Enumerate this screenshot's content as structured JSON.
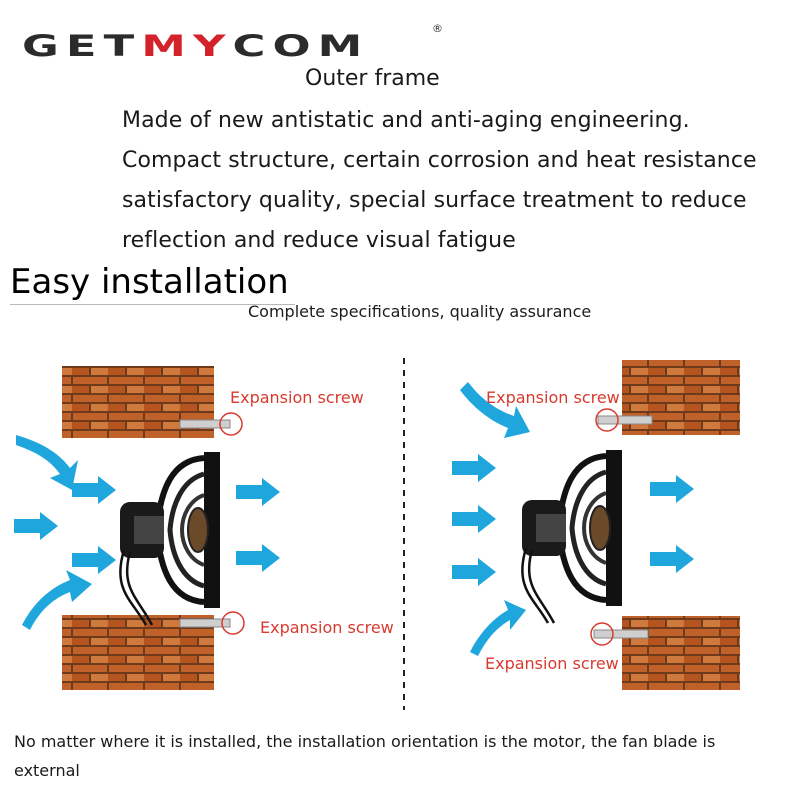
{
  "brand": {
    "logo_text": "GETMYCOM",
    "registered_mark": "®"
  },
  "outer_frame": {
    "heading": "Outer frame",
    "description_lines": [
      "Made of new antistatic and anti-aging engineering.",
      "Compact structure, certain corrosion and heat resistance",
      "satisfactory quality, special surface treatment to reduce",
      "reflection and reduce visual fatigue"
    ]
  },
  "installation": {
    "title": "Easy installation",
    "subtitle": "Complete specifications, quality assurance",
    "labels": {
      "left_top": "Expansion screw",
      "left_bottom": "Expansion screw",
      "right_top": "Expansion screw",
      "right_bottom": "Expansion screw"
    },
    "footer": "No matter where it is installed, the installation orientation is the motor, the fan blade is external"
  },
  "colors": {
    "arrow": "#1fa6dd",
    "brick": "#b5541f",
    "label": "#d83a2e",
    "logo_dark": "#2b2b2b",
    "logo_red": "#d4222a"
  },
  "icons": [
    "airflow-arrow-icon",
    "brick-wall",
    "exhaust-fan",
    "expansion-screw-icon"
  ]
}
